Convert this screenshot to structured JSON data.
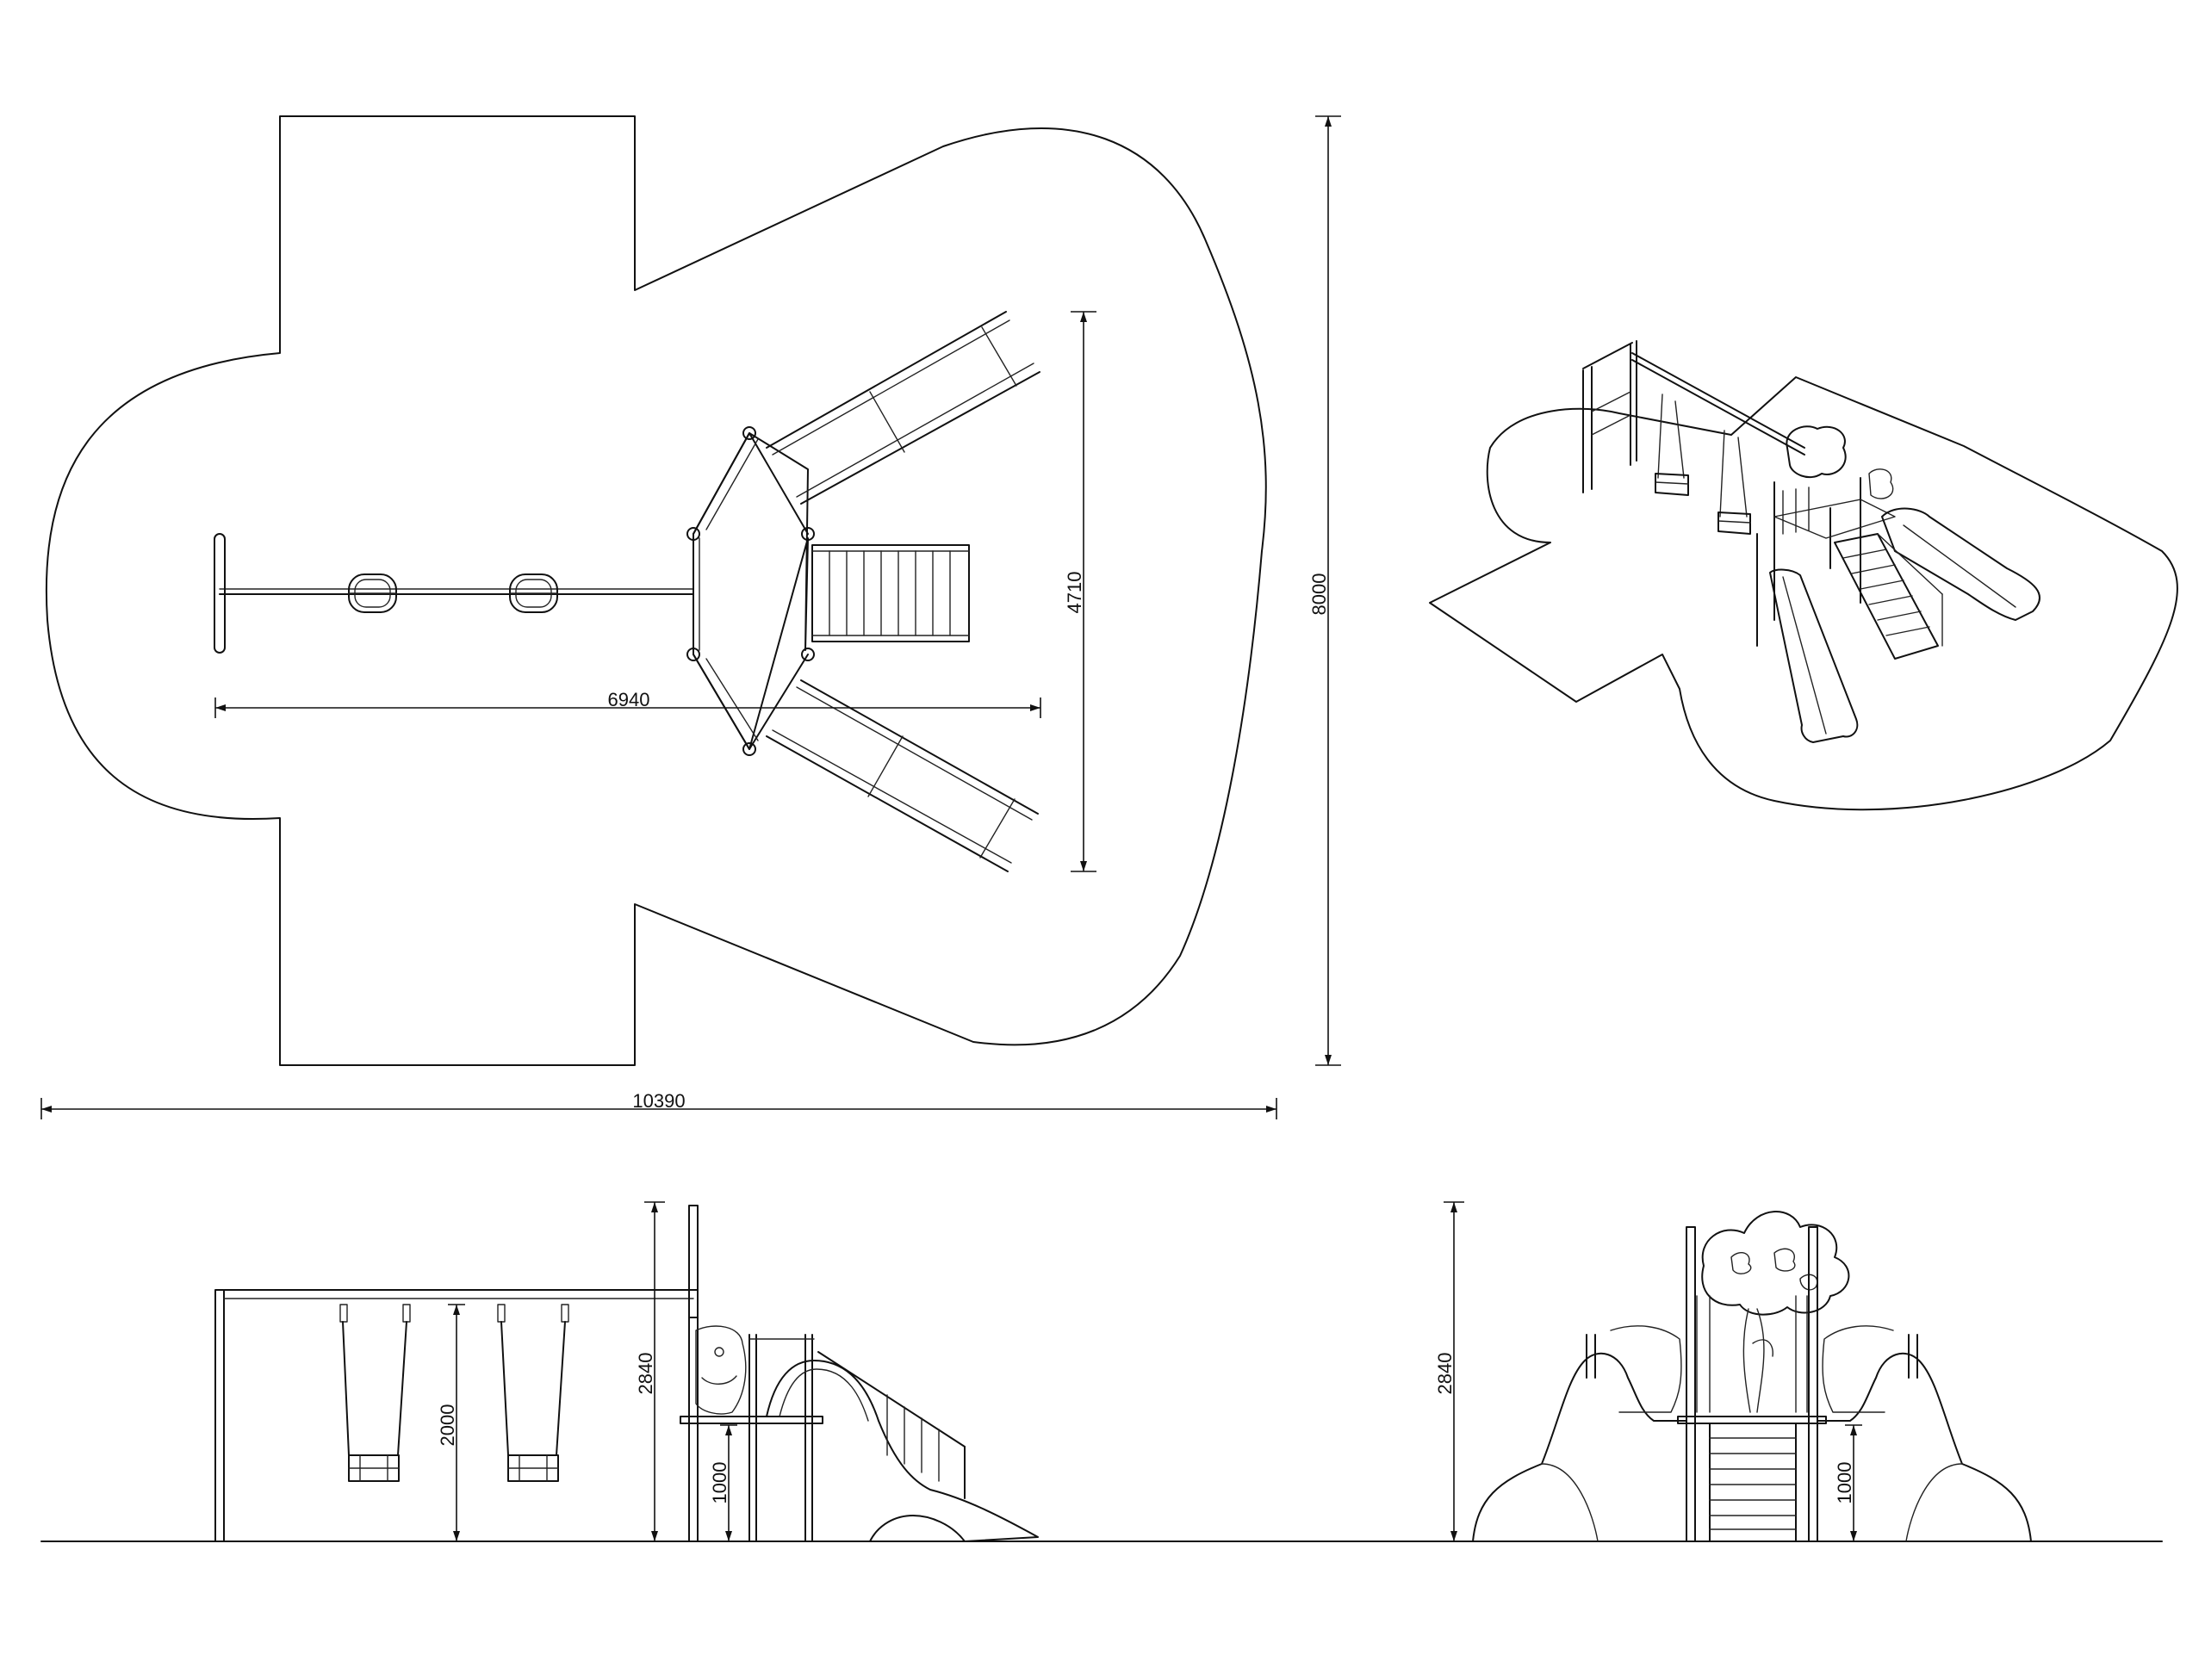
{
  "dimensions": {
    "plan_swing_length": "6940",
    "plan_total_width": "10390",
    "plan_depth_structure": "4710",
    "plan_depth_total": "8000",
    "side_total_height": "2840",
    "side_swing_height": "2000",
    "side_platform_height": "1000",
    "front_total_height": "2840",
    "front_platform_height": "1000"
  }
}
